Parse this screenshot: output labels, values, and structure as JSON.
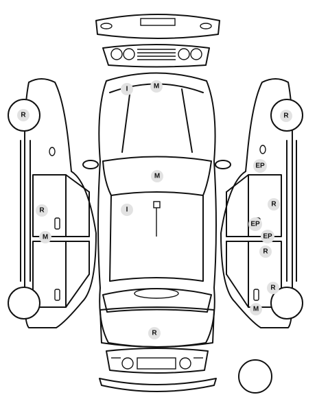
{
  "marks": [
    {
      "id": "hood-left",
      "code": "I"
    },
    {
      "id": "hood-center",
      "code": "M"
    },
    {
      "id": "left-front-wheel",
      "code": "R"
    },
    {
      "id": "right-front-wheel",
      "code": "R"
    },
    {
      "id": "right-mirror-area",
      "code": "EP"
    },
    {
      "id": "roof",
      "code": "M"
    },
    {
      "id": "left-front-door",
      "code": "R"
    },
    {
      "id": "right-front-door",
      "code": "R"
    },
    {
      "id": "cabin-left",
      "code": "I"
    },
    {
      "id": "right-door-handle-1",
      "code": "EP"
    },
    {
      "id": "right-door-edge",
      "code": "EP"
    },
    {
      "id": "left-sill",
      "code": "M"
    },
    {
      "id": "right-rear-door",
      "code": "R"
    },
    {
      "id": "right-rear-quarter",
      "code": "R"
    },
    {
      "id": "right-rear-sill",
      "code": "M"
    },
    {
      "id": "trunk",
      "code": "R"
    }
  ]
}
